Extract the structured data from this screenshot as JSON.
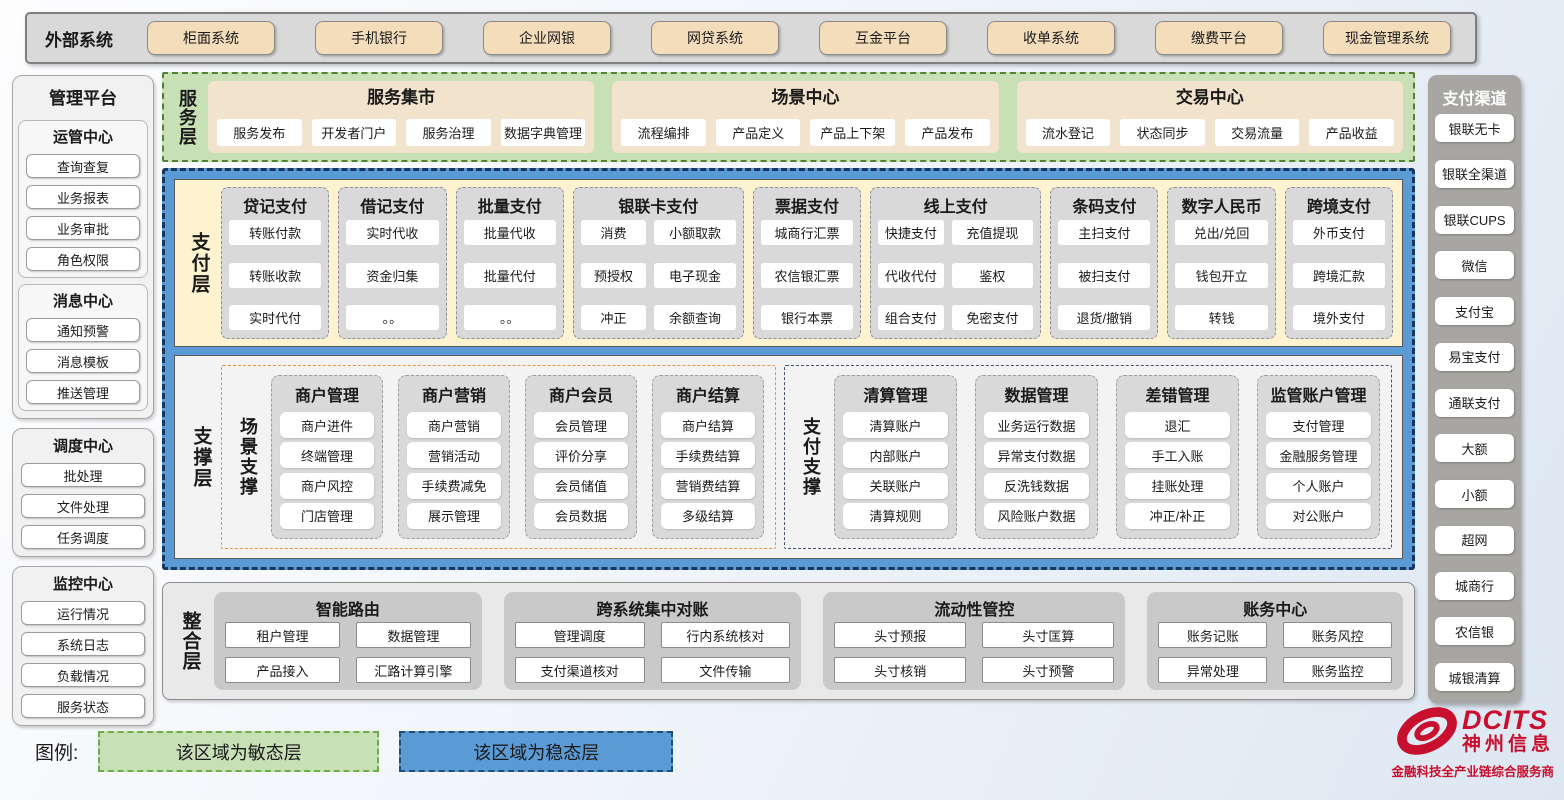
{
  "external": {
    "title": "外部系统",
    "items": [
      "柜面系统",
      "手机银行",
      "企业网银",
      "网贷系统",
      "互金平台",
      "收单系统",
      "缴费平台",
      "现金管理系统"
    ]
  },
  "management": {
    "title": "管理平台",
    "groups": [
      {
        "title": "运管中心",
        "items": [
          "查询查复",
          "业务报表",
          "业务审批",
          "角色权限"
        ]
      },
      {
        "title": "消息中心",
        "items": [
          "通知预警",
          "消息模板",
          "推送管理"
        ]
      },
      {
        "title": "调度中心",
        "items": [
          "批处理",
          "文件处理",
          "任务调度"
        ]
      },
      {
        "title": "监控中心",
        "items": [
          "运行情况",
          "系统日志",
          "负载情况",
          "服务状态"
        ]
      }
    ]
  },
  "service_layer": {
    "label": "服务层",
    "groups": [
      {
        "title": "服务集市",
        "items": [
          "服务发布",
          "开发者门户",
          "服务治理",
          "数据字典管理"
        ]
      },
      {
        "title": "场景中心",
        "items": [
          "流程编排",
          "产品定义",
          "产品上下架",
          "产品发布"
        ]
      },
      {
        "title": "交易中心",
        "items": [
          "流水登记",
          "状态同步",
          "交易流量",
          "产品收益"
        ]
      }
    ]
  },
  "payment_layer": {
    "label": "支付层",
    "columns": [
      {
        "title": "贷记支付",
        "cols": 1,
        "items": [
          "转账付款",
          "转账收款",
          "实时代付"
        ]
      },
      {
        "title": "借记支付",
        "cols": 1,
        "items": [
          "实时代收",
          "资金归集",
          "。。"
        ]
      },
      {
        "title": "批量支付",
        "cols": 1,
        "items": [
          "批量代收",
          "批量代付",
          "。。"
        ]
      },
      {
        "title": "银联卡支付",
        "cols": 2,
        "items": [
          "消费",
          "小额取款",
          "预授权",
          "电子现金",
          "冲正",
          "余额查询"
        ]
      },
      {
        "title": "票据支付",
        "cols": 1,
        "items": [
          "城商行汇票",
          "农信银汇票",
          "银行本票"
        ]
      },
      {
        "title": "线上支付",
        "cols": 2,
        "items": [
          "快捷支付",
          "充值提现",
          "代收代付",
          "鉴权",
          "组合支付",
          "免密支付"
        ]
      },
      {
        "title": "条码支付",
        "cols": 1,
        "items": [
          "主扫支付",
          "被扫支付",
          "退货/撤销"
        ]
      },
      {
        "title": "数字人民币",
        "cols": 1,
        "items": [
          "兑出/兑回",
          "钱包开立",
          "转钱"
        ]
      },
      {
        "title": "跨境支付",
        "cols": 1,
        "items": [
          "外币支付",
          "跨境汇款",
          "境外支付"
        ]
      }
    ]
  },
  "support_layer": {
    "label": "支撑层",
    "sections": [
      {
        "label": "场景支撑",
        "style": "orange",
        "columns": [
          {
            "title": "商户管理",
            "items": [
              "商户进件",
              "终端管理",
              "商户风控",
              "门店管理"
            ]
          },
          {
            "title": "商户营销",
            "items": [
              "商户营销",
              "营销活动",
              "手续费减免",
              "展示管理"
            ]
          },
          {
            "title": "商户会员",
            "items": [
              "会员管理",
              "评价分享",
              "会员储值",
              "会员数据"
            ]
          },
          {
            "title": "商户结算",
            "items": [
              "商户结算",
              "手续费结算",
              "营销费结算",
              "多级结算"
            ]
          }
        ]
      },
      {
        "label": "支付支撑",
        "style": "dark",
        "columns": [
          {
            "title": "清算管理",
            "items": [
              "清算账户",
              "内部账户",
              "关联账户",
              "清算规则"
            ]
          },
          {
            "title": "数据管理",
            "items": [
              "业务运行数据",
              "异常支付数据",
              "反洗钱数据",
              "风险账户数据"
            ]
          },
          {
            "title": "差错管理",
            "items": [
              "退汇",
              "手工入账",
              "挂账处理",
              "冲正/补正"
            ]
          },
          {
            "title": "监管账户管理",
            "items": [
              "支付管理",
              "金融服务管理",
              "个人账户",
              "对公账户"
            ]
          }
        ]
      }
    ]
  },
  "integration_layer": {
    "label": "整合层",
    "groups": [
      {
        "title": "智能路由",
        "items": [
          "租户管理",
          "数据管理",
          "产品接入",
          "汇路计算引擎"
        ]
      },
      {
        "title": "跨系统集中对账",
        "items": [
          "管理调度",
          "行内系统核对",
          "支付渠道核对",
          "文件传输"
        ]
      },
      {
        "title": "流动性管控",
        "items": [
          "头寸预报",
          "头寸匡算",
          "头寸核销",
          "头寸预警"
        ]
      },
      {
        "title": "账务中心",
        "items": [
          "账务记账",
          "账务风控",
          "异常处理",
          "账务监控"
        ]
      }
    ]
  },
  "channels": {
    "title": "支付渠道",
    "items": [
      "银联无卡",
      "银联全渠道",
      "银联CUPS",
      "微信",
      "支付宝",
      "易宝支付",
      "通联支付",
      "大额",
      "小额",
      "超网",
      "城商行",
      "农信银",
      "城银清算"
    ]
  },
  "legend": {
    "label": "图例:",
    "agile": "该区域为敏态层",
    "stable": "该区域为稳态层"
  },
  "logo": {
    "brand": "DCITS",
    "name": "神州信息",
    "tagline": "金融科技全产业链综合服务商"
  },
  "colors": {
    "agile_green": "#c8e0b6",
    "agile_border": "#548235",
    "stable_blue": "#5b9bd5",
    "stable_border": "#17375e",
    "payment_yellow": "#fdf3d1",
    "service_tan": "#f2e3cd",
    "external_tan": "#f4ddbb",
    "column_gray": "#d9d9d9",
    "integration_gray": "#c9c9c9",
    "channel_gray": "#a8a6a3",
    "scene_orange": "#e8923f",
    "logo_red": "#c8102e"
  }
}
